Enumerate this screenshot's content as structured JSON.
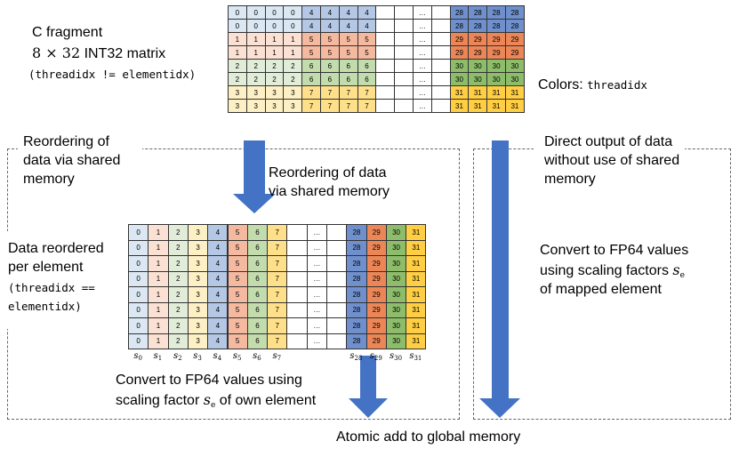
{
  "labels": {
    "c_fragment": "C fragment",
    "matrix_prefix": "8 × 32",
    "matrix_suffix": "INT32 matrix",
    "cond_top": "(threadidx != elementidx)",
    "colors_prefix": "Colors:",
    "colors_var": "threadidx",
    "reorder_left_1": "Reordering of",
    "reorder_left_2": "data via shared",
    "reorder_left_3": "memory",
    "reorder_mid_1": "Reordering of data",
    "reorder_mid_2": "via shared memory",
    "direct_1": "Direct output of data",
    "direct_2": "without use of shared",
    "direct_3": "memory",
    "reordered_1": "Data reordered",
    "reordered_2": "per element",
    "cond_bottom_1": "(threadidx ==",
    "cond_bottom_2": "elementidx)",
    "conv_right_1": "Convert to FP64 values",
    "conv_right_2": "using scaling factors",
    "conv_right_var": "s",
    "conv_right_sub": "e",
    "conv_right_3": "of mapped element",
    "conv_bottom_1": "Convert to FP64 values using",
    "conv_bottom_2a": "scaling factor",
    "conv_bottom_var": "s",
    "conv_bottom_sub": "e",
    "conv_bottom_2b": "of own element",
    "atomic": "Atomic add to global memory"
  },
  "top_matrix": {
    "rows": [
      [
        "0",
        "0",
        "0",
        "0",
        "4",
        "4",
        "4",
        "4",
        "",
        "",
        "…",
        "",
        "28",
        "28",
        "28",
        "28"
      ],
      [
        "0",
        "0",
        "0",
        "0",
        "4",
        "4",
        "4",
        "4",
        "",
        "",
        "…",
        "",
        "28",
        "28",
        "28",
        "28"
      ],
      [
        "1",
        "1",
        "1",
        "1",
        "5",
        "5",
        "5",
        "5",
        "",
        "",
        "…",
        "",
        "29",
        "29",
        "29",
        "29"
      ],
      [
        "1",
        "1",
        "1",
        "1",
        "5",
        "5",
        "5",
        "5",
        "",
        "",
        "…",
        "",
        "29",
        "29",
        "29",
        "29"
      ],
      [
        "2",
        "2",
        "2",
        "2",
        "6",
        "6",
        "6",
        "6",
        "",
        "",
        "…",
        "",
        "30",
        "30",
        "30",
        "30"
      ],
      [
        "2",
        "2",
        "2",
        "2",
        "6",
        "6",
        "6",
        "6",
        "",
        "",
        "…",
        "",
        "30",
        "30",
        "30",
        "30"
      ],
      [
        "3",
        "3",
        "3",
        "3",
        "7",
        "7",
        "7",
        "7",
        "",
        "",
        "…",
        "",
        "31",
        "31",
        "31",
        "31"
      ],
      [
        "3",
        "3",
        "3",
        "3",
        "7",
        "7",
        "7",
        "7",
        "",
        "",
        "…",
        "",
        "31",
        "31",
        "31",
        "31"
      ]
    ]
  },
  "bottom_matrix": {
    "rows": [
      [
        "0",
        "1",
        "2",
        "3",
        "4",
        "5",
        "6",
        "7",
        "",
        "…",
        "",
        "28",
        "29",
        "30",
        "31"
      ],
      [
        "0",
        "1",
        "2",
        "3",
        "4",
        "5",
        "6",
        "7",
        "",
        "…",
        "",
        "28",
        "29",
        "30",
        "31"
      ],
      [
        "0",
        "1",
        "2",
        "3",
        "4",
        "5",
        "6",
        "7",
        "",
        "…",
        "",
        "28",
        "29",
        "30",
        "31"
      ],
      [
        "0",
        "1",
        "2",
        "3",
        "4",
        "5",
        "6",
        "7",
        "",
        "…",
        "",
        "28",
        "29",
        "30",
        "31"
      ],
      [
        "0",
        "1",
        "2",
        "3",
        "4",
        "5",
        "6",
        "7",
        "",
        "…",
        "",
        "28",
        "29",
        "30",
        "31"
      ],
      [
        "0",
        "1",
        "2",
        "3",
        "4",
        "5",
        "6",
        "7",
        "",
        "…",
        "",
        "28",
        "29",
        "30",
        "31"
      ],
      [
        "0",
        "1",
        "2",
        "3",
        "4",
        "5",
        "6",
        "7",
        "",
        "…",
        "",
        "28",
        "29",
        "30",
        "31"
      ],
      [
        "0",
        "1",
        "2",
        "3",
        "4",
        "5",
        "6",
        "7",
        "",
        "…",
        "",
        "28",
        "29",
        "30",
        "31"
      ]
    ],
    "scale_labels": [
      {
        "sym": "s",
        "sub": "0"
      },
      {
        "sym": "s",
        "sub": "1"
      },
      {
        "sym": "s",
        "sub": "2"
      },
      {
        "sym": "s",
        "sub": "3"
      },
      {
        "sym": "s",
        "sub": "4"
      },
      {
        "sym": "s",
        "sub": "5"
      },
      {
        "sym": "s",
        "sub": "6"
      },
      {
        "sym": "s",
        "sub": "7"
      },
      {
        "sym": "s",
        "sub": "28"
      },
      {
        "sym": "s",
        "sub": "29"
      },
      {
        "sym": "s",
        "sub": "30"
      },
      {
        "sym": "s",
        "sub": "31"
      }
    ]
  },
  "palette": {
    "light": [
      "#dbe8f3",
      "#fbe1d3",
      "#e1ecd9",
      "#fdf0c4"
    ],
    "mid": [
      "#b4c8e6",
      "#f5b9a0",
      "#c3dcad",
      "#ffe08a"
    ],
    "strong": [
      "#6f90cc",
      "#ec8657",
      "#8dbd6a",
      "#ffce42"
    ],
    "arrow": "#4472c4"
  }
}
